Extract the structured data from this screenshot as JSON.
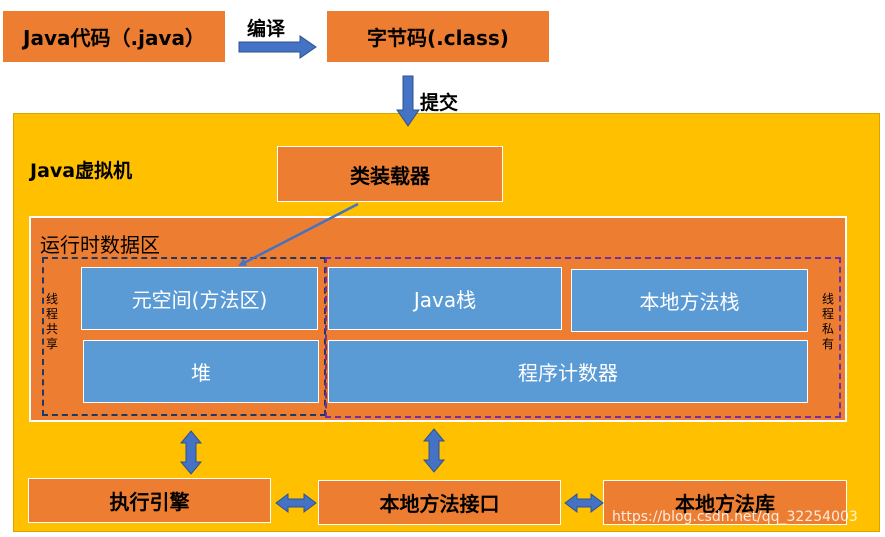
{
  "top": {
    "source": "Java代码（.java）",
    "compile": "编译",
    "bytecode": "字节码(.class)",
    "submit": "提交"
  },
  "jvm": {
    "title": "Java虚拟机",
    "classloader": "类装载器",
    "runtime_area": "运行时数据区",
    "shared_label": "线程共享",
    "private_label": "线程私有",
    "metaspace": "元空间(方法区)",
    "heap": "堆",
    "java_stack": "Java栈",
    "native_stack": "本地方法栈",
    "pc": "程序计数器",
    "exec_engine": "执行引擎",
    "native_interface": "本地方法接口",
    "native_library": "本地方法库"
  },
  "watermark": "https://blog.csdn.net/qq_32254003",
  "colors": {
    "orange": "#ED7D31",
    "gold": "#FFC000",
    "blue": "#5B9BD5",
    "arrow": "#4472C4",
    "shared_border": "#1F3864",
    "private_border": "#7030A0"
  }
}
